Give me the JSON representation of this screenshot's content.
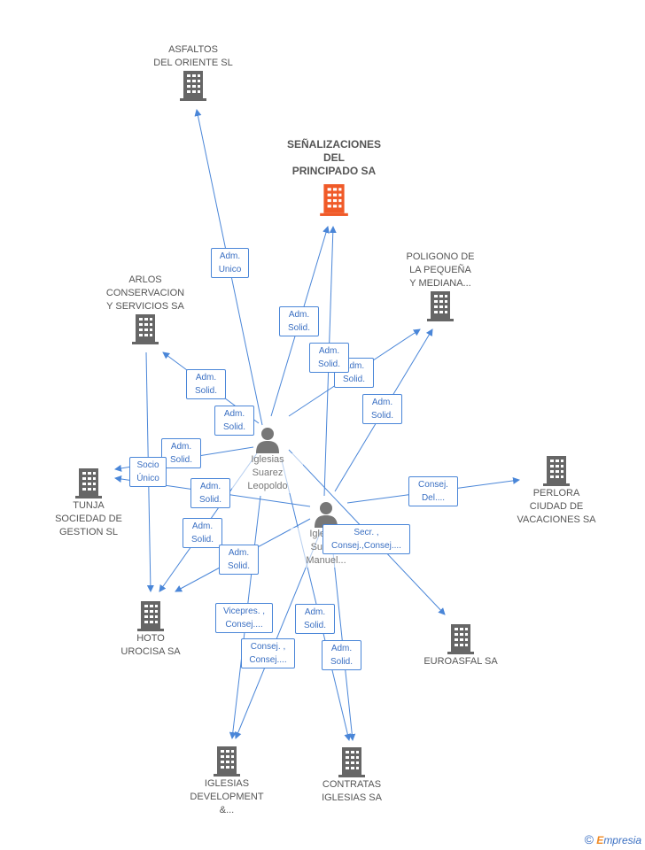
{
  "colors": {
    "edge": "#4a86d8",
    "building": "#666666",
    "main_building": "#f05a28",
    "person": "#777777"
  },
  "companies": {
    "asfaltos": "ASFALTOS\nDEL ORIENTE SL",
    "senalizaciones": "SEÑALIZACIONES\nDEL\nPRINCIPADO SA",
    "poligono": "POLIGONO DE\nLA PEQUEÑA\nY MEDIANA...",
    "arlos": "ARLOS\nCONSERVACION\nY SERVICIOS SA",
    "tunja": "TUNJA\nSOCIEDAD DE\nGESTION SL",
    "perlora": "PERLORA\nCIUDAD DE\nVACACIONES SA",
    "hoto": "HOTO\nUROCISA SA",
    "euroasfal": "EUROASFAL SA",
    "iglesias_dev": "IGLESIAS\nDEVELOPMENT\n&...",
    "contratas": "CONTRATAS\nIGLESIAS SA"
  },
  "persons": {
    "leopoldo": "Iglesias\nSuarez\nLeopoldo",
    "manuel": "Iglesias\nSuarez\nManuel..."
  },
  "relations": {
    "r1": "Adm.\nUnico",
    "r2": "Adm.\nSolid.",
    "r3": "Adm.\nSolid.",
    "r4": "Adm.\nSolid.",
    "r5": "Adm.\nSolid.",
    "r6": "Adm.\nSolid.",
    "r7": "Adm.\nSolid.",
    "r8": "Adm.\nSolid.",
    "r9": "Socio\nÚnico",
    "r10": "Adm.\nSolid.",
    "r11": "Consej.\nDel....",
    "r12": "Adm.\nSolid.",
    "r13": "Secr. ,\nConsej.,Consej....",
    "r14": "Adm.\nSolid.",
    "r15": "Vicepres. ,\nConsej....",
    "r16": "Adm.\nSolid.",
    "r17": "Consej. ,\nConsej....",
    "r18": "Adm.\nSolid."
  },
  "footer": {
    "copyright": "©",
    "brand_e": "E",
    "brand_rest": "mpresia"
  }
}
